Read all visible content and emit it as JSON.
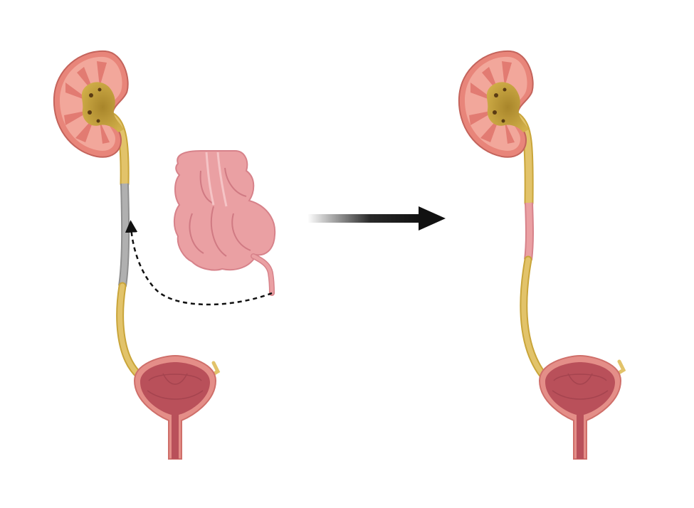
{
  "diagram": {
    "kind": "ureter-replacement-illustration",
    "panels": [
      {
        "id": "before",
        "elements": [
          "kidney",
          "ureter",
          "damaged-ureter-segment",
          "bladder",
          "appendix",
          "dashed-transfer-arrow"
        ]
      },
      {
        "id": "after",
        "elements": [
          "kidney",
          "ureter",
          "graft-segment",
          "bladder"
        ]
      }
    ],
    "transition": "arrow-right"
  },
  "colors": {
    "kidney_outer": "#e8857a",
    "kidney_cortex": "#f2a79b",
    "kidney_pelvis": "#c9a53a",
    "ureter": "#e2c36a",
    "ureter_outline": "#c9a53a",
    "damaged_segment": "#a9a9a9",
    "graft_segment": "#e29a95",
    "bladder_outer": "#e48e88",
    "bladder_inner": "#b9505a",
    "intestine": "#eaa0a3",
    "intestine_shadow": "#d7828a",
    "arrow": "#111111"
  },
  "icons": {
    "transition_arrow": "arrow-right-icon",
    "transfer_arrow": "dashed-curved-arrow-icon"
  }
}
